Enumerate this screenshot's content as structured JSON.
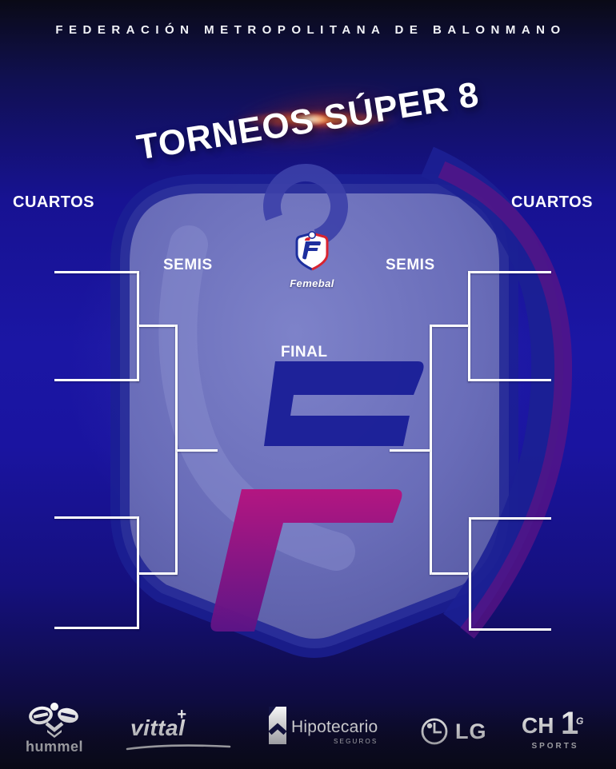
{
  "header": {
    "federation_name": "FEDERACIÓN METROPOLITANA DE BALONMANO"
  },
  "title": {
    "text": "TORNEOS SÚPER 8"
  },
  "bracket": {
    "labels": {
      "cuartos_left": "CUARTOS",
      "cuartos_right": "CUARTOS",
      "semis_left": "SEMIS",
      "semis_right": "SEMIS",
      "final": "FINAL"
    },
    "structure": {
      "rounds": [
        "CUARTOS",
        "SEMIS",
        "FINAL"
      ],
      "quarterfinal_matches": 4,
      "semifinal_matches": 2,
      "final_matches": 1,
      "team_slots": 8,
      "slots_filled": 0
    }
  },
  "center_logo": {
    "wordmark": "Femebal"
  },
  "sponsors": {
    "hummel": {
      "wordmark": "hummel"
    },
    "vittal": {
      "wordmark": "vittal",
      "plus": "+"
    },
    "hipotecario": {
      "wordmark": "Hipotecario",
      "sub": "SEGUROS"
    },
    "lg": {
      "wordmark": "LG"
    },
    "ch1": {
      "ch": "CH",
      "one": "1",
      "g": "G",
      "sub": "SPORTS"
    }
  },
  "colors": {
    "background_blue": "#1b16a4",
    "dark_navy": "#0a0a16",
    "bracket_line": "#ffffff",
    "watermark_light": "#7d81c6",
    "watermark_dark_blue": "#1c2094",
    "watermark_magenta": "#b5137f",
    "watermark_purple": "#5c1486",
    "flare_orange": "#ff7a33",
    "femebal_red": "#d8232f",
    "femebal_blue": "#1d2f9e"
  }
}
